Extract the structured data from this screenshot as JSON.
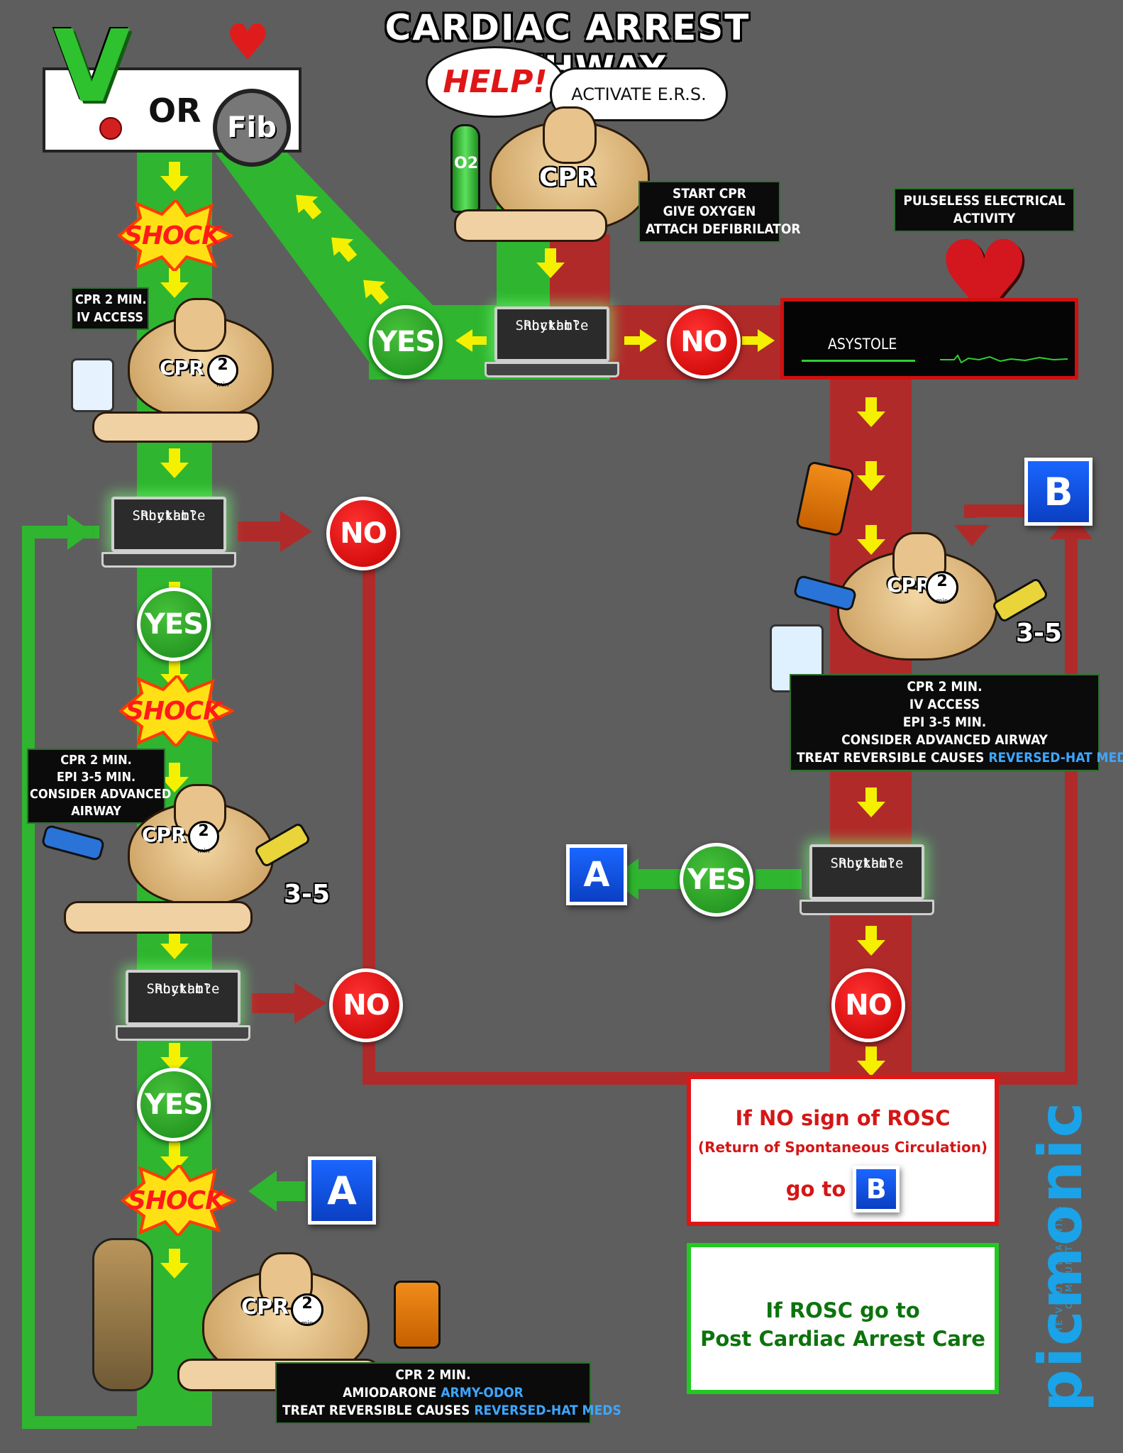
{
  "title": "CARDIAC ARREST PATHWAY",
  "vfib": {
    "v": "V",
    "or": "OR",
    "fib": "Fib"
  },
  "help_bubble": "HELP!",
  "activate_bubble": "ACTIVATE E.R.S.",
  "oxygen_label": "O2",
  "start_box": [
    "START CPR",
    "GIVE OXYGEN",
    "ATTACH DEFIBRILATOR"
  ],
  "pea_label": [
    "PULSELESS ELECTRICAL",
    "ACTIVITY"
  ],
  "asystole_label": "ASYSTOLE",
  "shockable_line1": "Shockable",
  "shockable_line2": "Rhythm?",
  "yes": "YES",
  "no": "NO",
  "shock": "SHOCK",
  "cpr": "CPR",
  "cpr2": "2",
  "cpr_min": "min",
  "left_box1": [
    "CPR 2 MIN.",
    "IV ACCESS"
  ],
  "left_box2": [
    "CPR 2 MIN.",
    "EPI 3-5 MIN.",
    "CONSIDER ADVANCED",
    "AIRWAY"
  ],
  "bottom_box": {
    "line1": "CPR 2 MIN.",
    "line2_a": "AMIODARONE ",
    "line2_b": "ARMY-ODOR",
    "line3_a": "TREAT REVERSIBLE CAUSES ",
    "line3_b": "REVERSED-HAT MEDS"
  },
  "right_box": {
    "l1": "CPR 2 MIN.",
    "l2": "IV ACCESS",
    "l3": "EPI 3-5 MIN.",
    "l4": "CONSIDER ADVANCED AIRWAY",
    "l5a": "TREAT REVERSIBLE CAUSES ",
    "l5b": "REVERSED-HAT MEDS"
  },
  "hands_35": "3-5",
  "box_a": "A",
  "box_b": "B",
  "rosc_no": {
    "line1": "If NO sign of ROSC",
    "line2": "(Return of Spontaneous Circulation)",
    "line3": "go to"
  },
  "rosc_yes": {
    "line1": "If ROSC go to",
    "line2": "Post Cardiac Arrest Care"
  },
  "brand": {
    "name": "picmonic",
    "tagline": "THE VISUAL LEARNING COMMUNITY"
  },
  "colors": {
    "green": "#2fb52f",
    "red": "#b12a2a",
    "arrow_yellow": "#f4f000",
    "blue_text": "#3ea6ff",
    "brand_blue": "#1aa3e8"
  }
}
